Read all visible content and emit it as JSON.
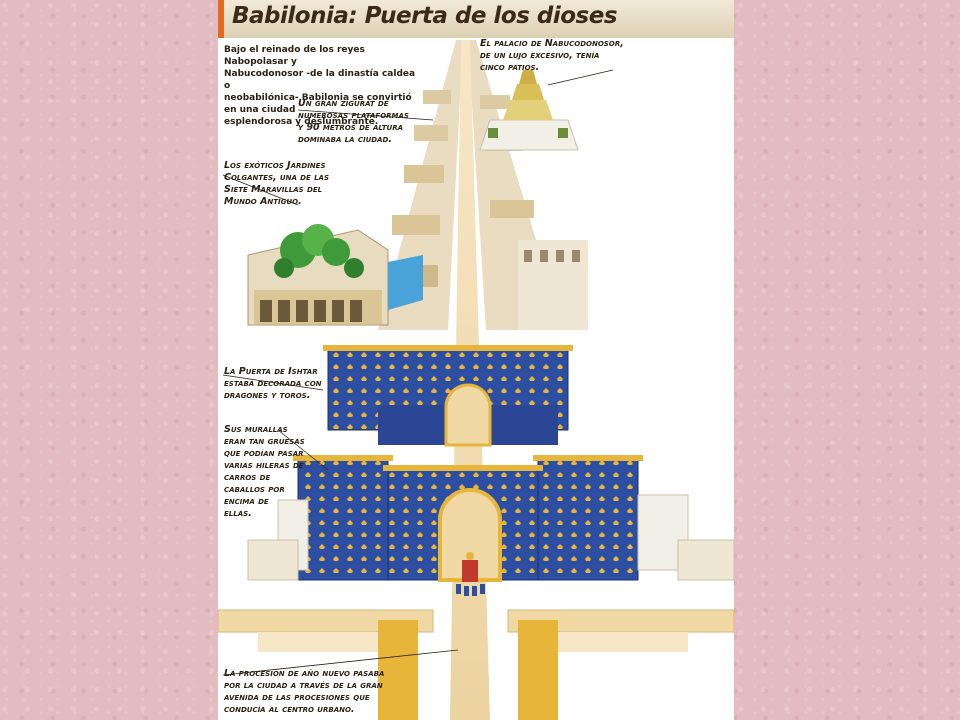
{
  "title": "Babilonia: Puerta de los dioses",
  "intro": "Bajo el reinado de los reyes Nabopolasar y\nNabucodonosor -de la dinastía caldea o\nneobabilónica- Babilonia se convirtió en una ciudad\nesplendorosa y  deslumbrante.",
  "annotations": {
    "palace": "El palacio de Nabucodonosor,\nde un lujo excesivo, tenía\ncinco patios.",
    "ziggurat": "Un gran zigurat de\nnumerosas plataformas\ny 90 metros de altura\ndominaba la ciudad.",
    "gardens": "Los exóticos Jardines\nColgantes, una de las\nSiete Maravillas del\nMundo Antiguo.",
    "ishtar_gate": "La Puerta de Ishtar\nestaba decorada con\ndragones y toros.",
    "walls": "Sus murallas\neran tan gruesas\nque podían pasar\nvarias hileras de\ncarros de\ncaballos por\nencima de\nellas.",
    "procession": "La procesión de año nuevo pasaba\npor la ciudad a través de la gran\navenida de las procesiones que\nconducía al centro urbano."
  },
  "colors": {
    "page_background": "#e3bcc2",
    "gate_blue": "#2d4fa3",
    "gold": "#e7b53a",
    "sand": "#f1d9a6",
    "stone": "#d8c8a6",
    "garden_green": "#3f9b3a",
    "water": "#4aa3d8"
  }
}
